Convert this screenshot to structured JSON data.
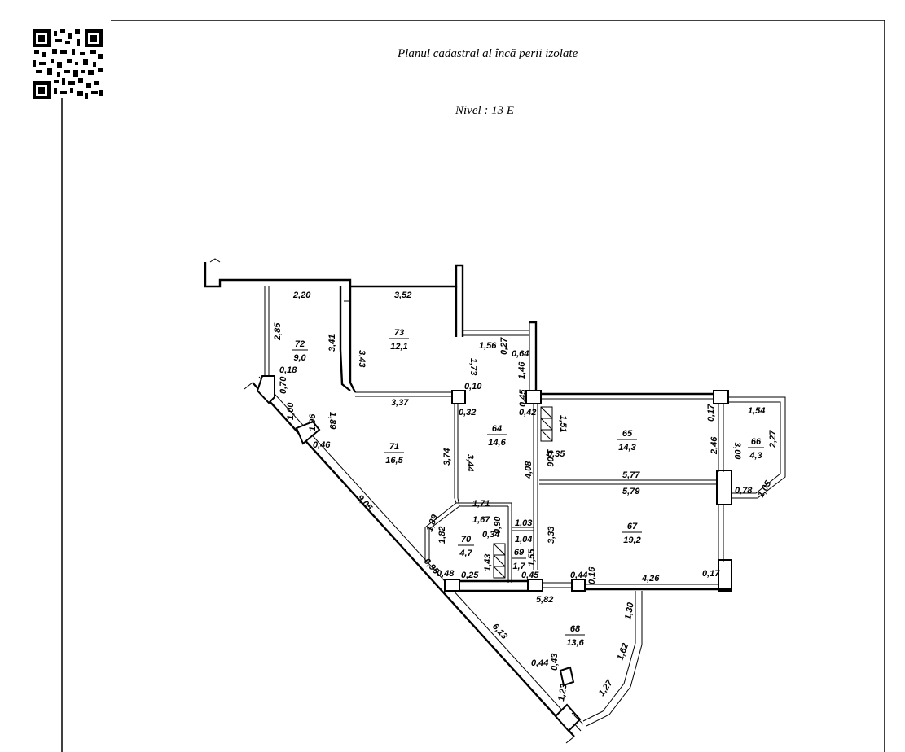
{
  "document": {
    "title": "Planul cadastral al  încă perii izolate",
    "level": "Nivel : 13 E"
  },
  "qr_code": {
    "icon": "qr-code-icon"
  },
  "rooms": [
    {
      "number": "72",
      "area": "9,0"
    },
    {
      "number": "73",
      "area": "12,1"
    },
    {
      "number": "64",
      "area": "14,6"
    },
    {
      "number": "71",
      "area": "16,5"
    },
    {
      "number": "65",
      "area": "14,3"
    },
    {
      "number": "66",
      "area": "4,3"
    },
    {
      "number": "67",
      "area": "19,2"
    },
    {
      "number": "70",
      "area": "4,7"
    },
    {
      "number": "69",
      "area": "1,7"
    },
    {
      "number": "68",
      "area": "13,6"
    }
  ],
  "dimensions": [
    "2,20",
    "3,52",
    "2,85",
    "3,41",
    "3,43",
    "1,56",
    "0,27",
    "0,64",
    "1,73",
    "1,46",
    "0,10",
    "0,18",
    "0,70",
    "3,37",
    "0,45",
    "0,32",
    "0,42",
    "1,51",
    "1,00",
    "1,96",
    "1,89",
    "0,46",
    "0,17",
    "1,54",
    "2,46",
    "3,00",
    "2,27",
    "1,06",
    "0,35",
    "3,74",
    "3,44",
    "4,08",
    "5,77",
    "5,79",
    "0,78",
    "1,05",
    "1,71",
    "1,67",
    "0,90",
    "1,03",
    "1,89",
    "1,82",
    "0,34",
    "1,04",
    "3,33",
    "1,43",
    "1,55",
    "0,16",
    "4,26",
    "0,17",
    "0,25",
    "0,45",
    "0,44",
    "5,82",
    "1,30",
    "1,62",
    "1,27",
    "0,44",
    "0,43",
    "1,23",
    "9,05",
    "6,13",
    "0,48",
    "0,95"
  ]
}
